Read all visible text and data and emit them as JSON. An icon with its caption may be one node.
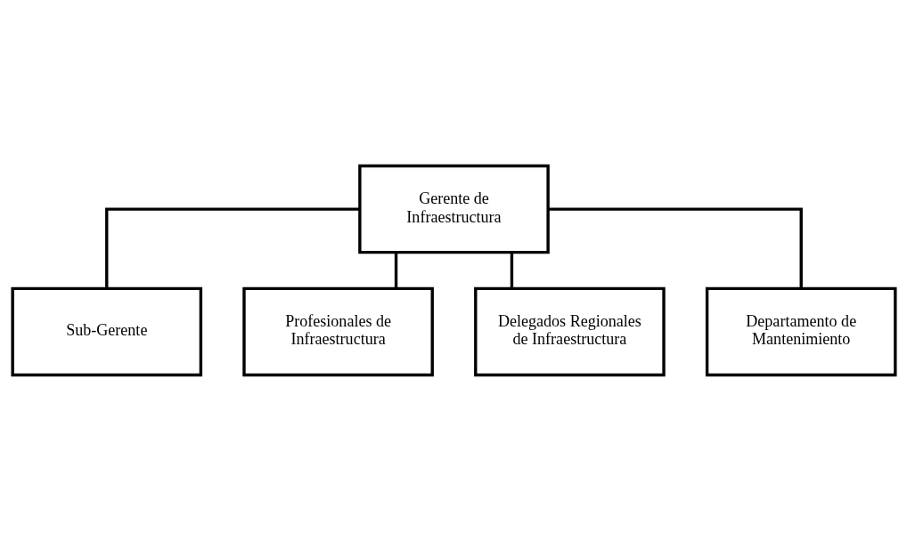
{
  "diagram": {
    "nodes": [
      {
        "text": [
          "Gerente de Infraestructura"
        ]
      },
      {
        "text": [
          "Sub-Gerente"
        ]
      },
      {
        "text": [
          "Profesionales de Infraestructura"
        ]
      },
      {
        "text": [
          "Delegados Regionales de Infraestructura"
        ]
      },
      {
        "text": [
          "Departamento de Mantenimiento"
        ]
      }
    ],
    "edges": [
      {
        "from": 0,
        "to": 1,
        "arrow": "none"
      },
      {
        "from": 0,
        "to": 2,
        "arrow": "none"
      },
      {
        "from": 0,
        "to": 3,
        "arrow": "none"
      },
      {
        "from": 0,
        "to": 4,
        "arrow": "none"
      }
    ]
  }
}
